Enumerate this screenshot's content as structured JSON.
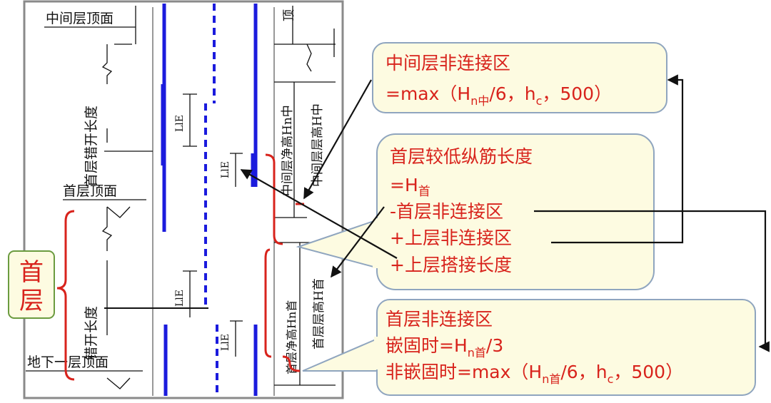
{
  "drawing": {
    "labels": {
      "mid_top": "中间层顶面",
      "first_top": "首层顶面",
      "basement_top": "地下一层顶面",
      "stagger_upper": "首层错开长度",
      "stagger_lower": "错开长度",
      "lie_1": "LlE",
      "lie_2": "LlE",
      "lie_3": "LlE",
      "lie_4": "LlE",
      "mid_clear_h": "中间层净高Hn中",
      "mid_floor_h": "中间层层高H中",
      "first_clear_h": "首层净高Hn首",
      "first_floor_h": "首层层高H首",
      "top_clip": "顶"
    }
  },
  "badge": {
    "line1": "首",
    "line2": "层"
  },
  "callouts": {
    "mid_zone": {
      "title": "中间层非连接区",
      "formula_prefix": "=max（H",
      "formula_sub": "n中",
      "formula_mid": "/6，h",
      "formula_sub2": "c",
      "formula_end": "，500）"
    },
    "length": {
      "title": "首层较低纵筋长度",
      "eq_prefix": "=H",
      "eq_sub": "首",
      "line_minus": "-首层非连接区",
      "line_plus1": "+上层非连接区",
      "line_plus2": "+上层搭接长度"
    },
    "first_zone": {
      "title": "首层非连接区",
      "fixed_prefix": "嵌固时=H",
      "fixed_sub": "n首",
      "fixed_end": "/3",
      "nonfixed_prefix": "非嵌固时=max（H",
      "nonfixed_sub": "n首",
      "nonfixed_mid": "/6，h",
      "nonfixed_sub2": "c",
      "nonfixed_end": "，500）"
    }
  },
  "colors": {
    "callout_fill": "#fdfbe1",
    "callout_border": "#8fa5bf",
    "accent_red": "#d8231c",
    "rebar_blue": "#1b1bdd",
    "badge_border": "#6b9b3f"
  }
}
